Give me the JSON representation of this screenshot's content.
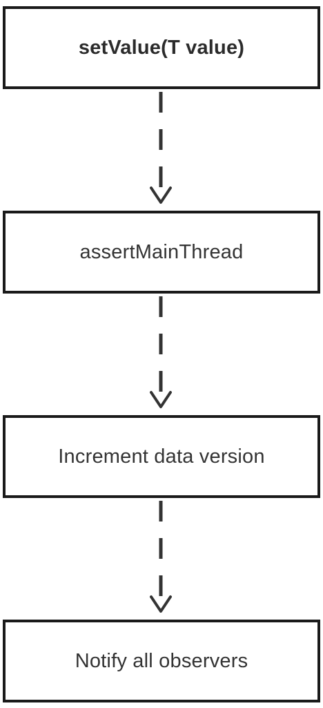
{
  "flowchart": {
    "steps": [
      {
        "label": "setValue(T value)"
      },
      {
        "label": "assertMainThread"
      },
      {
        "label": "Increment data version"
      },
      {
        "label": "Notify all observers"
      }
    ]
  },
  "colors": {
    "border": "#1a1a1a",
    "text": "#333333",
    "arrow": "#333333",
    "background": "#ffffff"
  }
}
